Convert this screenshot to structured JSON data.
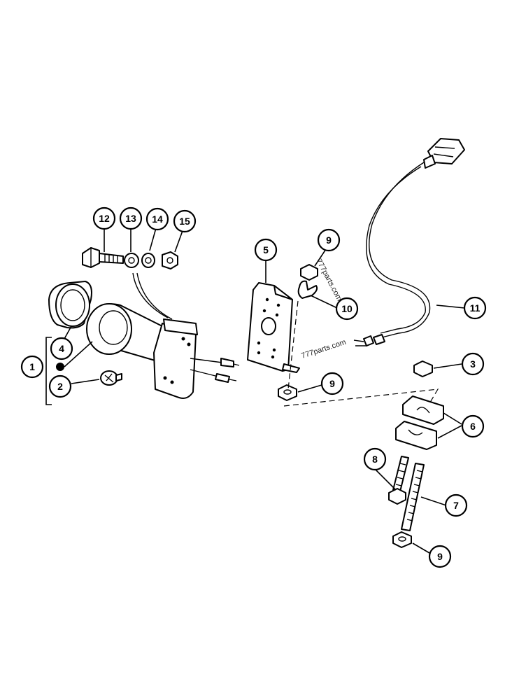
{
  "callouts": {
    "c1": "1",
    "c2": "2",
    "c3": "3",
    "c4": "4",
    "c5": "5",
    "c6": "6",
    "c7": "7",
    "c8": "8",
    "c9a": "9",
    "c9b": "9",
    "c9c": "9",
    "c10": "10",
    "c11": "11",
    "c12": "12",
    "c13": "13",
    "c14": "14",
    "c15": "15"
  },
  "watermarks": {
    "w1": "777parts.com",
    "w2": "777parts.com"
  },
  "colors": {
    "ink": "#000000",
    "paper": "#ffffff"
  }
}
